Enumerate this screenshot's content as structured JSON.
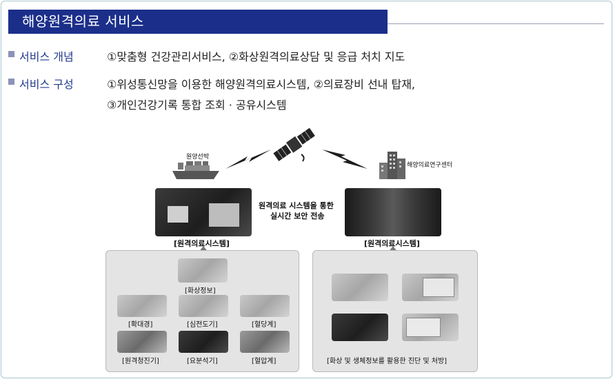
{
  "header": {
    "title": "해양원격의료 서비스"
  },
  "concept": {
    "label": "서비스 개념",
    "text": "①맞춤형 건강관리서비스, ②화상원격의료상담 및 응급 처치 지도"
  },
  "composition": {
    "label": "서비스 구성",
    "line1": "①위성통신망을 이용한 해양원격의료시스템, ②의료장비 선내 탑재,",
    "line2": "③개인건강기록 통합 조회 · 공유시스템"
  },
  "diagram": {
    "ship_label": "원양선박",
    "center_label": "해양의료연구센터",
    "transmission_line1": "원격의료 시스템을 통한",
    "transmission_line2": "실시간 보안 전송",
    "left_system_caption": "[원격의료시스템]",
    "right_system_caption": "[원격의료시스템]",
    "devices": {
      "video_info": "[화상정보]",
      "magnifier": "[확대경]",
      "ecg": "[심전도기]",
      "glucose_meter": "[혈당계]",
      "stethoscope": "[원격청진기]",
      "urine_analyzer": "[요분석기]",
      "bp_meter": "[혈압계]"
    },
    "right_panel_caption": "[화상 및 생체정보를 활용한 진단 및 처방]"
  },
  "colors": {
    "title_bg": "#1b2f8a",
    "label_blue": "#223a8a",
    "bullet": "#8b93b6",
    "panel_bg": "#e4e4e4"
  },
  "icons": [
    "ship-icon",
    "satellite-icon",
    "building-icon",
    "lightning-icon",
    "up-arrow-icon"
  ]
}
